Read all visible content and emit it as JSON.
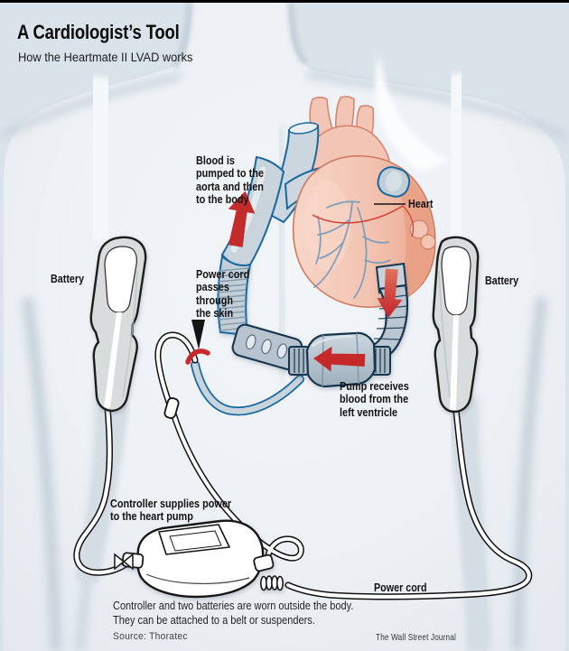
{
  "header": {
    "title": "A Cardiologist’s Tool",
    "subtitle": "How the Heartmate II LVAD works"
  },
  "annotations": {
    "blood_pumped": {
      "lines": [
        "Blood is",
        "pumped to the",
        "aorta and then",
        "to the body"
      ]
    },
    "power_cord_skin": {
      "lines": [
        "Power cord",
        "passes",
        "through",
        "the skin"
      ]
    },
    "pump_receives": {
      "lines": [
        "Pump receives",
        "blood from the",
        "left ventricle"
      ]
    },
    "controller_supplies": {
      "lines": [
        "Controller supplies power",
        "to the heart pump"
      ]
    }
  },
  "labels": {
    "heart": "Heart",
    "battery_left": "Battery",
    "battery_right": "Battery",
    "power_cord": "Power cord"
  },
  "caption": {
    "lines": [
      "Controller and two batteries are worn outside the body.",
      "They can be attached to a belt or suspenders."
    ]
  },
  "footer": {
    "source": "Source: Thoratec",
    "credit": "The Wall Street Journal"
  },
  "colors": {
    "background": "#dbe3ea",
    "body_fill": "#eef1f5",
    "tube_gray": "#c9d4dd",
    "tube_outline": "#19689f",
    "device_gray": "#b7c3ce",
    "device_outline": "#14364f",
    "heart_pink": "#f4c9ba",
    "heart_dark": "#e89e82",
    "arrow_red": "#c42b2b",
    "battery_gray": "#d9dcdd",
    "text_black": "#141414"
  }
}
